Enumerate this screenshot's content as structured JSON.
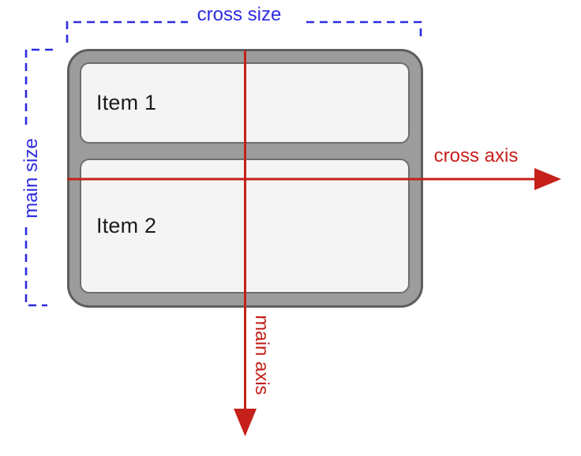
{
  "diagram": {
    "container": {
      "items": [
        {
          "label": "Item 1"
        },
        {
          "label": "Item 2"
        }
      ]
    },
    "annotations": {
      "cross_size": "cross size",
      "main_size": "main size",
      "cross_axis": "cross axis",
      "main_axis": "main axis"
    },
    "colors": {
      "annotation_blue": "#2d2be0",
      "axis_red": "#c5201a",
      "container_fill": "#9c9c9c",
      "container_border": "#5e5e5e",
      "item_fill": "#f4f4f4",
      "item_border": "#6d6d6d",
      "item_text": "#1c1c1c",
      "background": "#ffffff"
    }
  }
}
